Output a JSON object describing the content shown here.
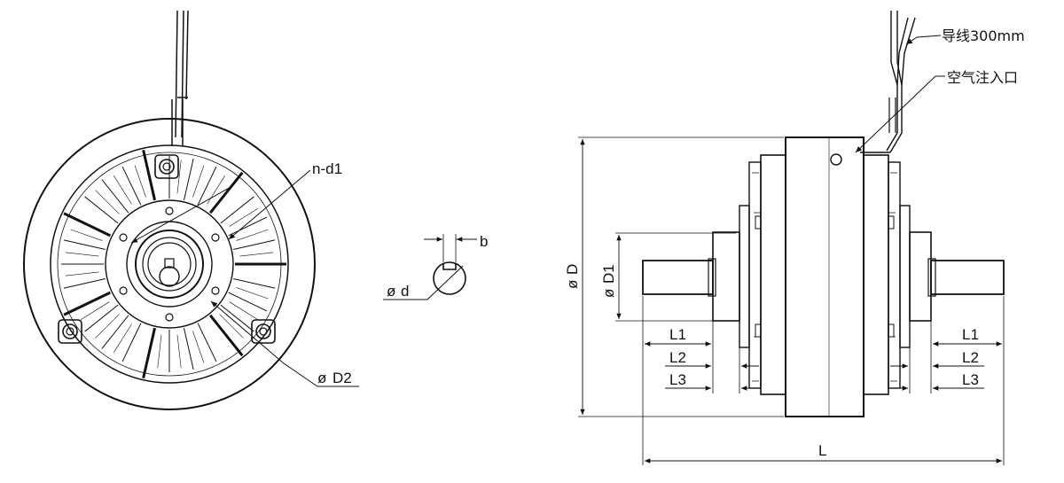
{
  "labels": {
    "n_d1": "n-d1",
    "d2": "D2",
    "b": "b",
    "d": "d",
    "D": "D",
    "D1": "D1",
    "L1_left": "L1",
    "L2_left": "L2",
    "L3_left": "L3",
    "L1_right": "L1",
    "L2_right": "L2",
    "L3_right": "L3",
    "L": "L",
    "lead": "导线300mm",
    "air_inlet": "空气注入口",
    "diameter_symbol": "ø"
  }
}
